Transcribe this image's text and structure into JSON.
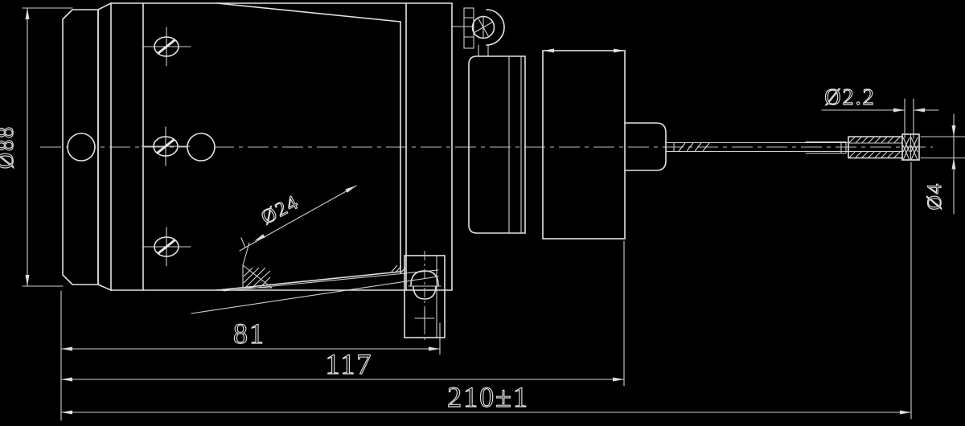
{
  "drawing": {
    "background_color": "#000000",
    "line_color": "#e2e2e2",
    "dimensions": {
      "body_diameter": "Ø88",
      "cone_length": "81",
      "intermediate_length": "117",
      "overall_length": "210±1",
      "tip_gap_diameter": "Ø2.2",
      "sleeve_diameter": "Ø4",
      "bore_diameter": "Ø24"
    }
  }
}
